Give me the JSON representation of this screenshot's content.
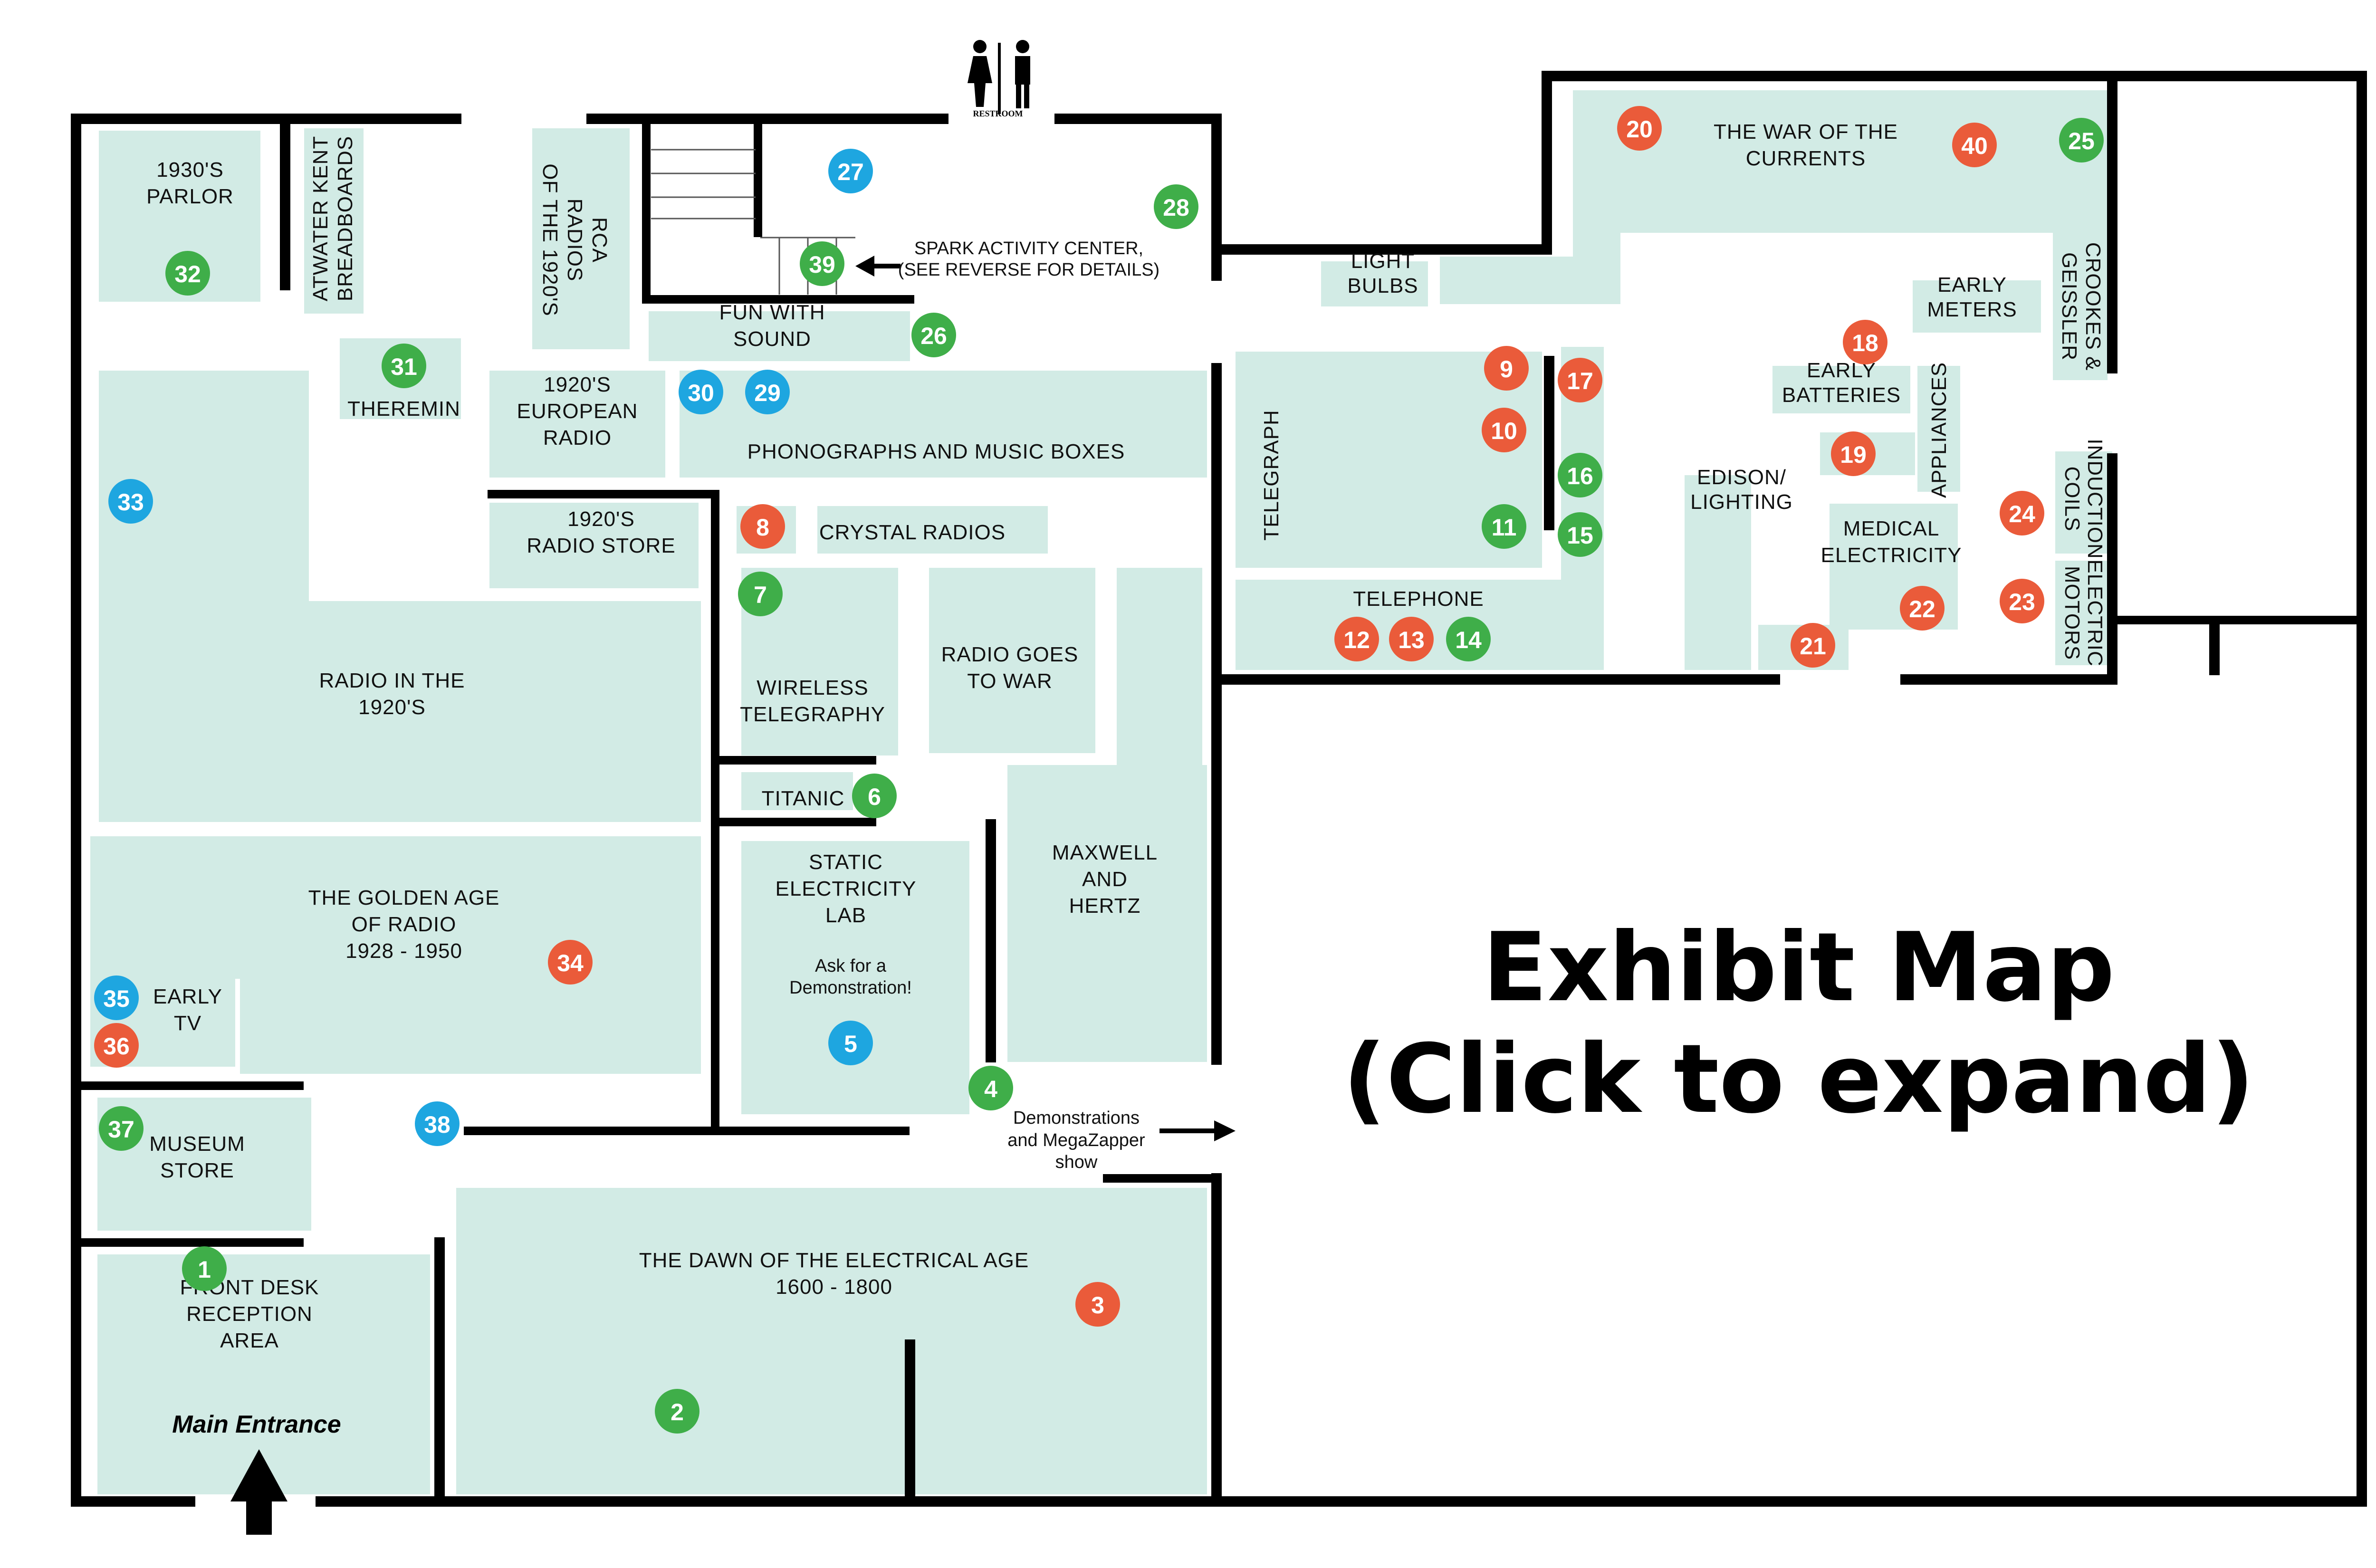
{
  "map": {
    "title_line1": "Exhibit Map",
    "title_line2": "(Click to expand)",
    "restroom_label": "RESTROOM",
    "main_entrance": "Main Entrance",
    "spark_line1": "SPARK ACTIVITY CENTER,",
    "spark_line2": "(SEE REVERSE FOR DETAILS)",
    "demo_line1": "Demonstrations",
    "demo_line2": "and MegaZapper",
    "demo_line3": "show"
  },
  "colors": {
    "room_fill": "#d2ebe5",
    "green": "#3fae49",
    "orange": "#ea5b3a",
    "blue": "#1ea6e0"
  },
  "rooms": {
    "parlor_1930s": [
      "1930'S",
      "PARLOR"
    ],
    "atwater_kent": [
      "ATWATER KENT",
      "BREADBOARDS"
    ],
    "rca_radios": [
      "RCA",
      "RADIOS",
      "OF THE 1920'S"
    ],
    "fun_with_sound": [
      "FUN WITH",
      "SOUND"
    ],
    "theremin": [
      "THEREMIN"
    ],
    "european_radio": [
      "1920'S",
      "EUROPEAN",
      "RADIO"
    ],
    "phonographs": [
      "PHONOGRAPHS AND MUSIC BOXES"
    ],
    "radio_store": [
      "1920'S",
      "RADIO STORE"
    ],
    "crystal_radios": [
      "CRYSTAL RADIOS"
    ],
    "radio_1920s": [
      "RADIO IN THE",
      "1920'S"
    ],
    "wireless_telegraphy": [
      "WIRELESS",
      "TELEGRAPHY"
    ],
    "radio_goes_to_war": [
      "RADIO GOES",
      "TO WAR"
    ],
    "titanic": [
      "TITANIC"
    ],
    "golden_age": [
      "THE GOLDEN AGE",
      "OF RADIO",
      "1928 - 1950"
    ],
    "static_lab": [
      "STATIC",
      "ELECTRICITY",
      "LAB"
    ],
    "static_lab_note": [
      "Ask for a",
      "Demonstration!"
    ],
    "maxwell_hertz": [
      "MAXWELL",
      "AND",
      "HERTZ"
    ],
    "early_tv": [
      "EARLY",
      "TV"
    ],
    "museum_store": [
      "MUSEUM",
      "STORE"
    ],
    "front_desk": [
      "FRONT DESK",
      "RECEPTION",
      "AREA"
    ],
    "dawn_electrical": [
      "THE DAWN OF THE ELECTRICAL AGE",
      "1600 - 1800"
    ],
    "war_of_currents": [
      "THE WAR OF THE",
      "CURRENTS"
    ],
    "light_bulbs": [
      "LIGHT",
      "BULBS"
    ],
    "crookes": [
      "CROOKES &",
      "GEISSLER"
    ],
    "early_meters": [
      "EARLY",
      "METERS"
    ],
    "early_batteries": [
      "EARLY",
      "BATTERIES"
    ],
    "appliances": [
      "APPLIANCES"
    ],
    "telegraph": [
      "TELEGRAPH"
    ],
    "telephone": [
      "TELEPHONE"
    ],
    "edison_lighting": [
      "EDISON/",
      "LIGHTING"
    ],
    "medical_electricity": [
      "MEDICAL",
      "ELECTRICITY"
    ],
    "induction_coils": [
      "INDUCTION",
      "COILS"
    ],
    "electric_motors": [
      "ELECTRIC",
      "MOTORS"
    ]
  },
  "markers": [
    {
      "n": "1",
      "c": "green"
    },
    {
      "n": "2",
      "c": "green"
    },
    {
      "n": "3",
      "c": "orange"
    },
    {
      "n": "4",
      "c": "green"
    },
    {
      "n": "5",
      "c": "blue"
    },
    {
      "n": "6",
      "c": "green"
    },
    {
      "n": "7",
      "c": "green"
    },
    {
      "n": "8",
      "c": "orange"
    },
    {
      "n": "9",
      "c": "orange"
    },
    {
      "n": "10",
      "c": "orange"
    },
    {
      "n": "11",
      "c": "green"
    },
    {
      "n": "12",
      "c": "orange"
    },
    {
      "n": "13",
      "c": "orange"
    },
    {
      "n": "14",
      "c": "green"
    },
    {
      "n": "15",
      "c": "green"
    },
    {
      "n": "16",
      "c": "green"
    },
    {
      "n": "17",
      "c": "orange"
    },
    {
      "n": "18",
      "c": "orange"
    },
    {
      "n": "19",
      "c": "orange"
    },
    {
      "n": "20",
      "c": "orange"
    },
    {
      "n": "21",
      "c": "orange"
    },
    {
      "n": "22",
      "c": "orange"
    },
    {
      "n": "23",
      "c": "orange"
    },
    {
      "n": "24",
      "c": "orange"
    },
    {
      "n": "25",
      "c": "green"
    },
    {
      "n": "26",
      "c": "green"
    },
    {
      "n": "27",
      "c": "blue"
    },
    {
      "n": "28",
      "c": "green"
    },
    {
      "n": "29",
      "c": "blue"
    },
    {
      "n": "30",
      "c": "blue"
    },
    {
      "n": "31",
      "c": "green"
    },
    {
      "n": "32",
      "c": "green"
    },
    {
      "n": "33",
      "c": "blue"
    },
    {
      "n": "34",
      "c": "orange"
    },
    {
      "n": "35",
      "c": "blue"
    },
    {
      "n": "36",
      "c": "orange"
    },
    {
      "n": "37",
      "c": "green"
    },
    {
      "n": "38",
      "c": "blue"
    },
    {
      "n": "39",
      "c": "green"
    },
    {
      "n": "40",
      "c": "orange"
    }
  ]
}
